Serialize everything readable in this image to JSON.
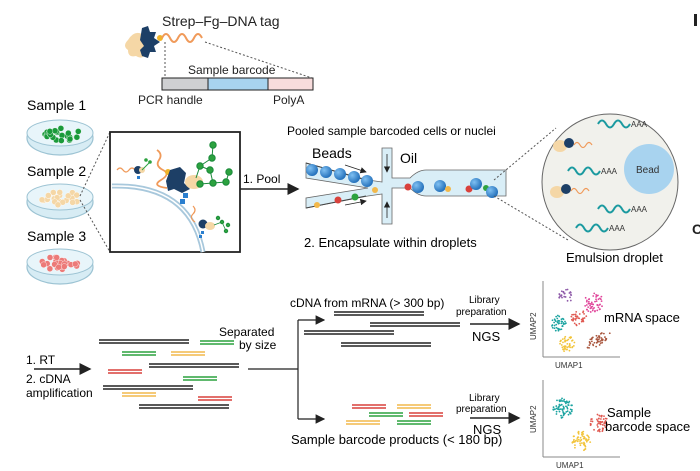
{
  "tag": {
    "title": "Strep–Fg–DNA tag",
    "segments": [
      "PCR handle",
      "Sample barcode",
      "PolyA"
    ],
    "colors": [
      "#cfd0d2",
      "#a8d3ef",
      "#f8dcdc"
    ]
  },
  "samples": [
    {
      "label": "Sample 1",
      "color": "#1a9a3a"
    },
    {
      "label": "Sample 2",
      "color": "#f5d7a6"
    },
    {
      "label": "Sample 3",
      "color": "#ec7a78"
    }
  ],
  "pool_label": "1. Pool",
  "microfluidics": {
    "title": "Pooled sample barcoded cells or nuclei",
    "beads_label": "Beads",
    "oil_label": "Oil",
    "step_label": "2. Encapsulate within droplets"
  },
  "droplet": {
    "bead_label": "Bead",
    "polyA_label": "AAA",
    "caption": "Emulsion droplet"
  },
  "rt": {
    "step1": "1. RT",
    "step2": "2. cDNA",
    "step2b": "amplification",
    "separated_label_1": "Separated",
    "separated_label_2": "by size"
  },
  "branches": [
    {
      "label": "cDNA from mRNA (> 300 bp)",
      "prep_1": "Library",
      "prep_2": "preparation",
      "ngs": "NGS",
      "space_label": "mRNA space",
      "xaxis": "UMAP1",
      "yaxis": "UMAP2"
    },
    {
      "label": "Sample barcode products (< 180 bp)",
      "prep_1": "Library",
      "prep_2": "preparation",
      "ngs": "NGS",
      "space_label_1": "Sample",
      "space_label_2": "barcode space",
      "xaxis": "UMAP1",
      "yaxis": "UMAP2"
    }
  ],
  "colors": {
    "green": "#2ca23f",
    "yellow": "#f2b84b",
    "red": "#d9413c",
    "blue_bead": "#2b7fcf",
    "teal": "#1b9aa0",
    "navy": "#1d3f66",
    "orange_wave": "#f09a5a",
    "channel": "#d9eef7",
    "droplet_bg": "#f1f1ec"
  }
}
